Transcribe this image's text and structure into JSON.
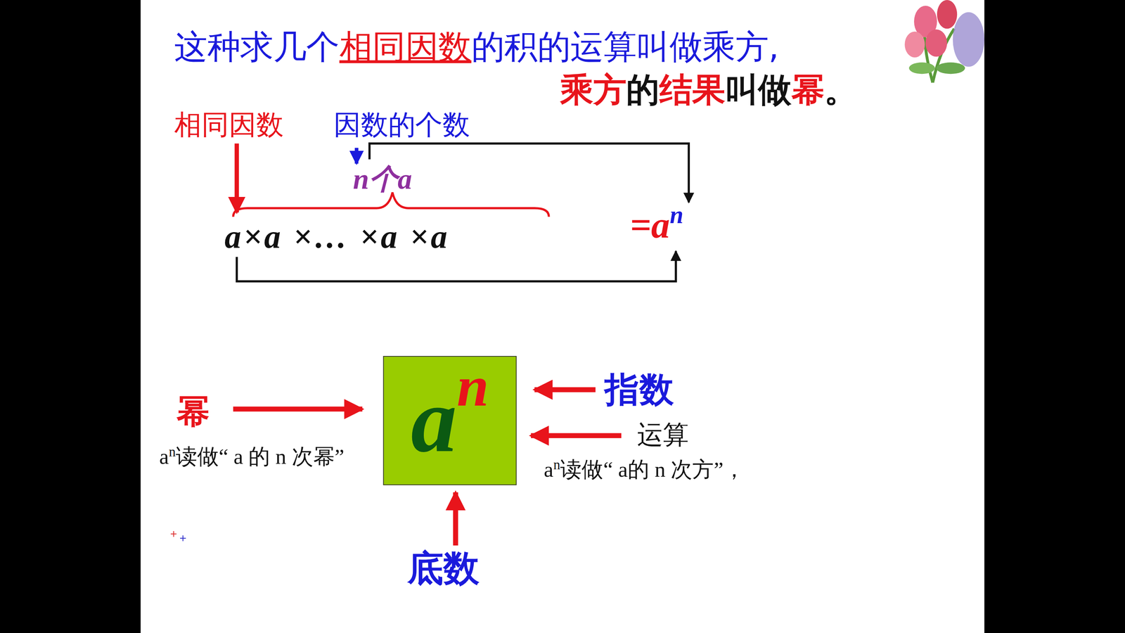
{
  "diagram": {
    "nodes": [
      {
        "text": [
          "a",
          "n"
        ]
      }
    ],
    "labels": [
      "这种求几个",
      "相同因数",
      "的积的运算叫做乘方,",
      "乘方",
      "的",
      "结果",
      "叫做",
      "幂",
      "。",
      "相同因数",
      "因数的个数",
      "n个a",
      "a×a ×… ×a ×a",
      "=a",
      "n",
      "幂",
      "a",
      "n",
      "读做“ a 的 n 次幂”",
      "指数",
      "运算",
      "a",
      "n",
      "读做“ a的 n 次方”，",
      "底数"
    ]
  }
}
